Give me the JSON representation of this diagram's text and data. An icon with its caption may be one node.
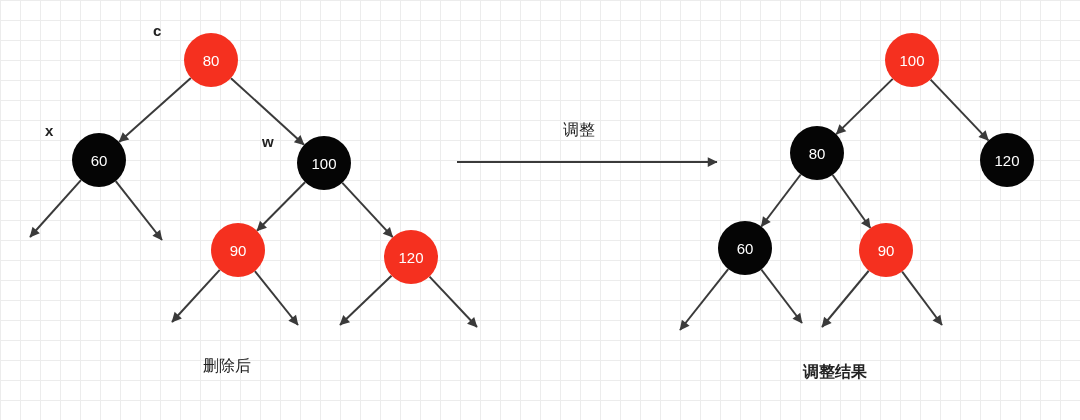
{
  "diagram": {
    "nodes": [
      {
        "text": [
          "80"
        ],
        "beside": [
          "c"
        ]
      },
      {
        "text": [
          "60"
        ],
        "beside": [
          "x"
        ]
      },
      {
        "text": [
          "100"
        ],
        "beside": [
          "w"
        ]
      },
      {
        "text": [
          "90"
        ]
      },
      {
        "text": [
          "120"
        ]
      },
      {
        "text": [
          "100"
        ]
      },
      {
        "text": [
          "80"
        ]
      },
      {
        "text": [
          "120"
        ]
      },
      {
        "text": [
          "60"
        ]
      },
      {
        "text": [
          "90"
        ]
      }
    ],
    "edges": [
      {
        "from": 0,
        "to": 1,
        "arrow": "to"
      },
      {
        "from": 0,
        "to": 2,
        "arrow": "to"
      },
      {
        "from": 2,
        "to": 3,
        "arrow": "to"
      },
      {
        "from": 2,
        "to": 4,
        "arrow": "to"
      },
      {
        "from": 1,
        "to": null,
        "arrow": "to"
      },
      {
        "from": 1,
        "to": null,
        "arrow": "to"
      },
      {
        "from": 3,
        "to": null,
        "arrow": "to"
      },
      {
        "from": 3,
        "to": null,
        "arrow": "to"
      },
      {
        "from": 4,
        "to": null,
        "arrow": "to"
      },
      {
        "from": 4,
        "to": null,
        "arrow": "to"
      },
      {
        "from": 5,
        "to": 6,
        "arrow": "to"
      },
      {
        "from": 5,
        "to": 7,
        "arrow": "to"
      },
      {
        "from": 6,
        "to": 8,
        "arrow": "to"
      },
      {
        "from": 6,
        "to": 9,
        "arrow": "to"
      },
      {
        "from": 8,
        "to": null,
        "arrow": "to"
      },
      {
        "from": 8,
        "to": null,
        "arrow": "to"
      },
      {
        "from": 9,
        "to": null,
        "arrow": "to"
      },
      {
        "from": 9,
        "to": null,
        "arrow": "to"
      }
    ],
    "labels": [
      "调整",
      "删除后",
      "调整结果"
    ]
  }
}
